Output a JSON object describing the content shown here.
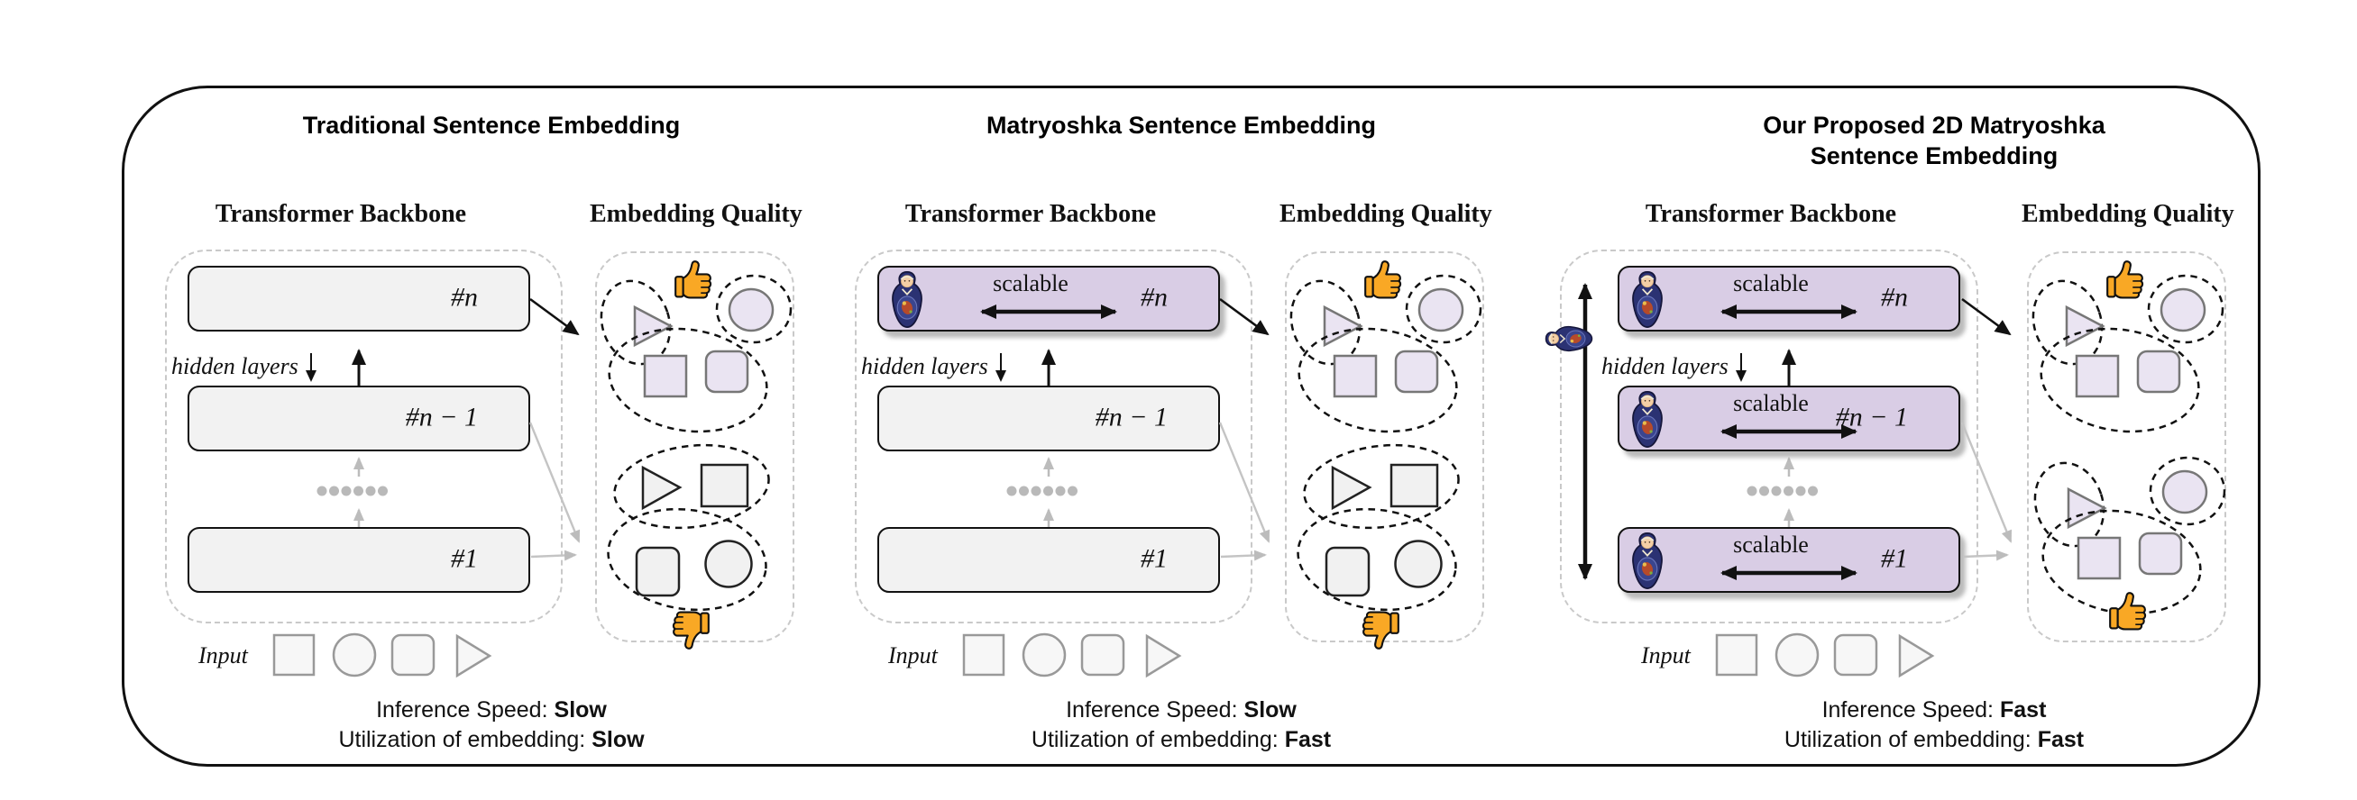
{
  "figure": {
    "type": "three-panel comparison diagram",
    "labels": {
      "scalable": "scalable"
    },
    "icons": {
      "matryoshka": "matryoshka-doll-icon",
      "thumbs_up": "thumbs-up-icon",
      "thumbs_down": "thumbs-down-icon",
      "width_scalable_arrow": "double-headed-horizontal-arrow-icon",
      "depth_scalable_arrow": "double-headed-vertical-arrow-icon"
    },
    "colors": {
      "layer_purple": "#D9CDE5",
      "layer_gray": "#F2F2F2",
      "shape_purple": "#EAE4F2",
      "shape_gray": "#F1F1F1",
      "thumb_orange": "#F9A825",
      "arrow_gray": "#BCBCBC",
      "dashed_container_border": "#C9C9C9"
    },
    "panels": [
      {
        "title_lines": [
          "Traditional Sentence Embedding",
          ""
        ],
        "backbone_heading": "Transformer Backbone",
        "eq_heading": "Embedding Quality",
        "hidden_layers_label": "hidden layers",
        "input_label": "Input",
        "layers": [
          {
            "label": "#n",
            "scalable": false
          },
          {
            "label": "#n − 1",
            "scalable": false
          },
          {
            "label": "#1",
            "scalable": false
          }
        ],
        "embedding_quality": {
          "top_icon": "thumbs-up-icon",
          "bottom_icon": "thumbs-down-icon"
        },
        "stats": [
          {
            "label": "Inference Speed:",
            "value": "Slow"
          },
          {
            "label": "Utilization of embedding:",
            "value": "Slow"
          }
        ]
      },
      {
        "title_lines": [
          "Matryoshka Sentence Embedding",
          ""
        ],
        "backbone_heading": "Transformer Backbone",
        "eq_heading": "Embedding Quality",
        "hidden_layers_label": "hidden layers",
        "input_label": "Input",
        "layers": [
          {
            "label": "#n",
            "scalable": true
          },
          {
            "label": "#n − 1",
            "scalable": false
          },
          {
            "label": "#1",
            "scalable": false
          }
        ],
        "embedding_quality": {
          "top_icon": "thumbs-up-icon",
          "bottom_icon": "thumbs-down-icon"
        },
        "stats": [
          {
            "label": "Inference Speed:",
            "value": "Slow"
          },
          {
            "label": "Utilization of embedding:",
            "value": "Fast"
          }
        ]
      },
      {
        "title_lines": [
          "Our Proposed 2D Matryoshka",
          "Sentence Embedding"
        ],
        "backbone_heading": "Transformer Backbone",
        "eq_heading": "Embedding Quality",
        "hidden_layers_label": "hidden layers",
        "input_label": "Input",
        "layers": [
          {
            "label": "#n",
            "scalable": true
          },
          {
            "label": "#n − 1",
            "scalable": true
          },
          {
            "label": "#1",
            "scalable": true
          }
        ],
        "embedding_quality": {
          "top_icon": "thumbs-up-icon",
          "bottom_icon": "thumbs-up-icon"
        },
        "stats": [
          {
            "label": "Inference Speed:",
            "value": "Fast"
          },
          {
            "label": "Utilization of embedding:",
            "value": "Fast"
          }
        ]
      }
    ]
  }
}
